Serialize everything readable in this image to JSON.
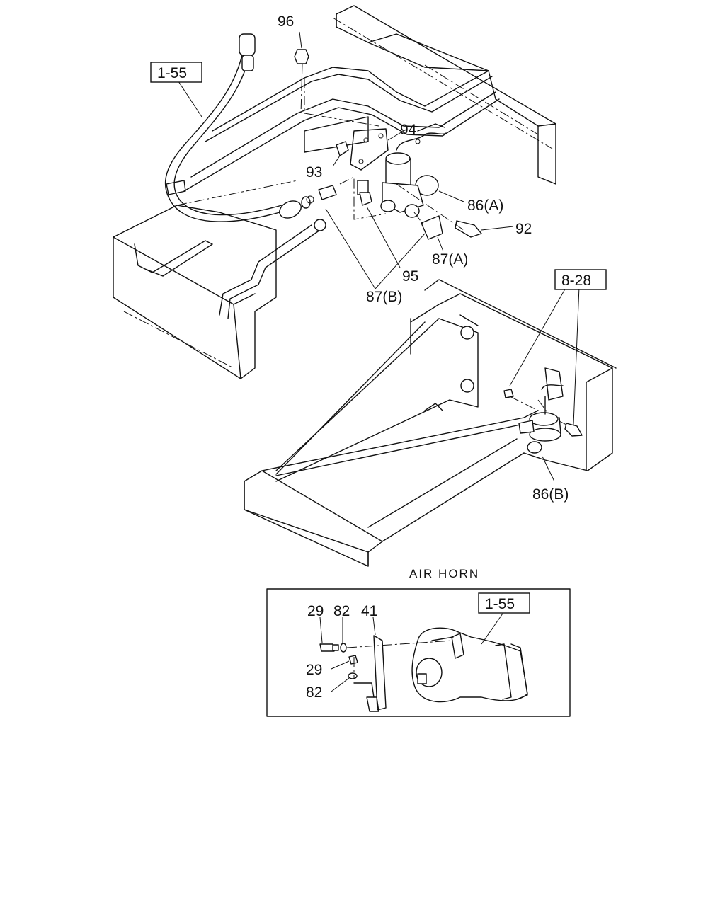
{
  "callouts": {
    "ref_1_55_top": "1-55",
    "part_96": "96",
    "part_94": "94",
    "part_93": "93",
    "part_86a": "86(A)",
    "part_92": "92",
    "part_87a": "87(A)",
    "part_95": "95",
    "part_87b": "87(B)",
    "ref_8_28": "8-28",
    "part_86b": "86(B)"
  },
  "inset": {
    "title": "AIR HORN",
    "ref_1_55": "1-55",
    "part_29_top": "29",
    "part_82_top": "82",
    "part_41": "41",
    "part_29_mid": "29",
    "part_82_bottom": "82"
  }
}
